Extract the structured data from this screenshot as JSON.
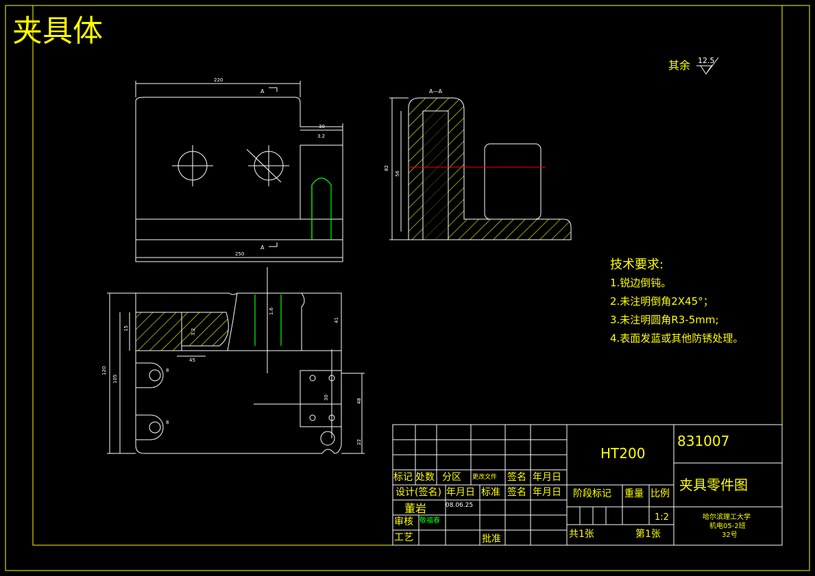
{
  "header": {
    "title": "夹具体"
  },
  "surface_finish": {
    "label": "其余",
    "value": "12.5"
  },
  "section_label": "A—A",
  "tech_requirements": {
    "heading": "技术要求:",
    "items": [
      "1.锐边倒钝。",
      "2.未注明倒角2X45°；",
      "3.未注明圆角R3-5mm;",
      "4.表面发蓝或其他防锈处理。"
    ]
  },
  "dimensions": {
    "front_width": "220",
    "front_lower_width": "250",
    "front_right": "30",
    "front_roughness": "3.2",
    "section_height_outer": "82",
    "section_height_inner": "56",
    "bottom_height_outer": "120",
    "bottom_height_inner": "105",
    "bottom_depth": "15",
    "bottom_right": "41",
    "slot_width": "45",
    "hole_r1": "8",
    "hole_r2": "8",
    "plate_height": "48",
    "plate_pitch": "30",
    "plate_offset": "22",
    "section_a_mark": "A",
    "roughness_small": "3.2",
    "roughness_small2": "1.6"
  },
  "title_block": {
    "material": "HT200",
    "drawing_no": "831007",
    "drawing_name": "夹具零件图",
    "col_mark": "标记",
    "col_count": "处数",
    "col_zone": "分区",
    "col_doc": "更改文件",
    "col_sign": "签名",
    "col_date": "年月日",
    "design_label": "设计",
    "design_sign": "(签名)",
    "design_date": "年月日",
    "standard_label": "标准",
    "standard_sign": "签名",
    "standard_date": "年月日",
    "designer": "董岩",
    "date_value": "08.06.25",
    "review_label": "审核",
    "reviewer": "敬福春",
    "process_label": "工艺",
    "approve_label": "批准",
    "stage_mark": "阶段标记",
    "weight": "重量",
    "scale_label": "比例",
    "scale_value": "1:2",
    "sheets_total": "共1张",
    "sheet_no": "第1张",
    "school": "哈尔滨理工大学",
    "class": "机电05-2班",
    "number": "32号"
  },
  "colors": {
    "border": "#ffff00",
    "line": "#ffffff",
    "hatch": "#ffff00",
    "green": "#00ff00",
    "red": "#ff0000"
  }
}
